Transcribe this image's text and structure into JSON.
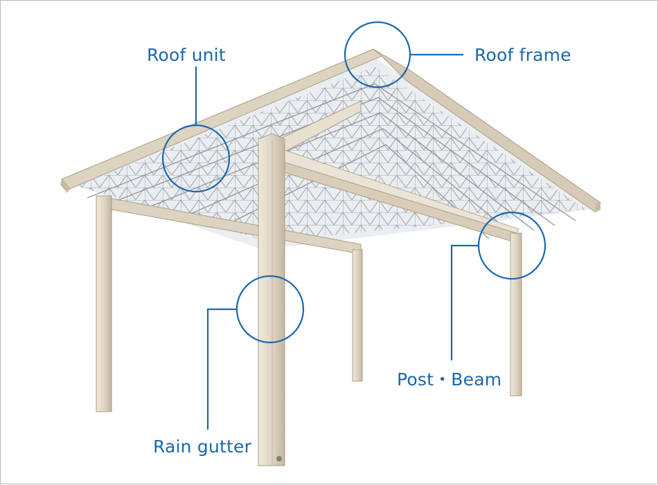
{
  "labels": {
    "roof_unit": "Roof unit",
    "roof_frame": "Roof frame",
    "post_beam": "Post・Beam",
    "rain_gutter": "Rain gutter"
  },
  "colors": {
    "label": "#1a67ad",
    "callout": "#1a67ad",
    "frame_body": "#ddd3c1",
    "frame_shade": "#c7bba5",
    "frame_edge": "#a99c84",
    "truss": "#9aa0a6",
    "panel": "#e6ebef"
  }
}
